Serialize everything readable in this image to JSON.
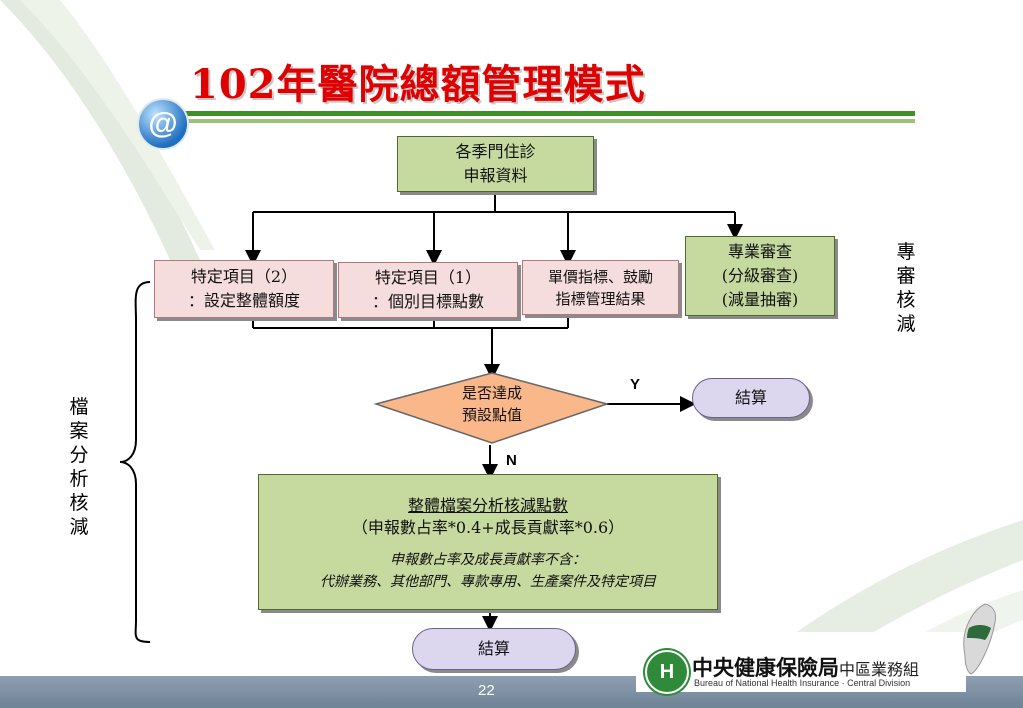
{
  "title": "102年醫院總額管理模式",
  "top_box": {
    "line1": "各季門住診",
    "line2": "申報資料"
  },
  "item2": {
    "line1": "特定項目（2）",
    "line2": "：設定整體額度"
  },
  "item1": {
    "line1": "特定項目（1）",
    "line2": "：個別目標點數"
  },
  "unit_price": {
    "line1": "單價指標、鼓勵",
    "line2": "指標管理結果"
  },
  "review": {
    "line1": "專業審查",
    "line2": "(分級審查)",
    "line3": "(減量抽審)"
  },
  "side_right": [
    "專",
    "審",
    "核",
    "減"
  ],
  "side_left": [
    "檔",
    "案",
    "分",
    "析",
    "核",
    "減"
  ],
  "decision": {
    "line1": "是否達成",
    "line2": "預設點值"
  },
  "yes_label": "Y",
  "no_label": "N",
  "settle_right": "結算",
  "settle_bottom": "結算",
  "overall": {
    "line1": "整體檔案分析核減點數",
    "line2": "（申報數占率*0.4+成長貢獻率*0.6）",
    "line3": "申報數占率及成長貢獻率不含：",
    "line4": "代辦業務、其他部門、專款專用、生產案件及特定項目"
  },
  "logo": {
    "name": "中央健康保險局",
    "division": "中區業務組",
    "english": "Bureau of National Health Insurance · Central Division"
  },
  "page_number": "22",
  "colors": {
    "title": "#e00000",
    "green_box": "#c6daa0",
    "pink_box": "#f6dddd",
    "pill": "#dcd6ef",
    "diamond": "#f9b78a",
    "footer": "#7f92a6"
  }
}
